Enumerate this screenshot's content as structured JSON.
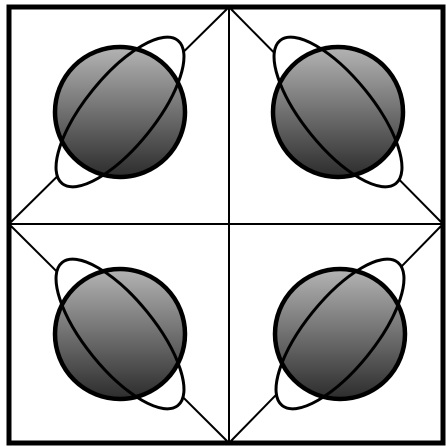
{
  "figure": {
    "panels": [
      {
        "id": "top-left",
        "ring_tilt": "rising"
      },
      {
        "id": "top-right",
        "ring_tilt": "falling"
      },
      {
        "id": "bottom-left",
        "ring_tilt": "falling"
      },
      {
        "id": "bottom-right",
        "ring_tilt": "rising"
      }
    ],
    "colors": {
      "line": "#000000",
      "background": "#ffffff",
      "sphere_light": "#b4b4b4",
      "sphere_dark": "#2c2c2c"
    }
  }
}
